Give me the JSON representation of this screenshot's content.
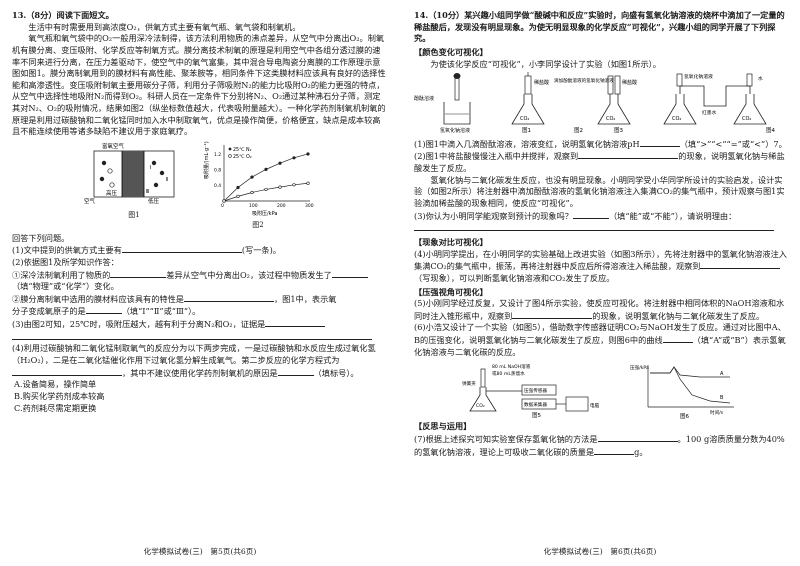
{
  "left": {
    "q13_header": "13.（8分）阅读下面短文。",
    "para1": "生活中有时需要用到高浓度O₂，供氧方式主要有氧气瓶、氧气袋和制氧机。",
    "para2": "氧气瓶和氧气袋中的O₂一般用深冷法制得，该方法利用物质的沸点差异，从空气中分离出O₂。制氧机有膜分离、变压吸附、化学反应等制氧方式。膜分离技术制氧的原理是利用空气中各组分透过膜的速率不同来进行分离，在压力差驱动下，使空气中的氧气富集，其中混合导电陶瓷分离膜的工作原理示意图如图1。膜分离制氧用到的膜材料有高性能、聚苯胺等，相同条件下这类膜材料应该具有良好的选择性能和高渗透性。变压吸附制氧主要用碳分子筛，利用分子筛吸附N₂的能力比吸附O₂的能力更强的特点，从空气中选择性地吸附N₂而得到O₂。科研人员在一定条件下分别将N₂、O₂通过某种沸石分子筛，测定其对N₂、O₂的吸附情况，结果如图2（纵坐标数值越大，代表吸附量越大）。一种化学药剂制氧机制氧的原理是利用过碳酸钠和二氧化锰同时加入水中制取氧气，优点是操作简便，价格便宜，缺点是成本较高且不能连续使用等诸多缺陷不建议用于家庭氧疗。",
    "fig1": {
      "label_top": "富氧空气",
      "label_air": "空气",
      "label_high": "高压",
      "label_low": "低压",
      "caption": "图1"
    },
    "fig2": {
      "ylabel": "吸附量/(mL·g⁻¹)",
      "xlabel": "吸附压/kPa",
      "legend_n2": "25℃ N₂",
      "legend_o2": "25℃ O₂",
      "caption": "图2"
    },
    "answer_intro": "回答下列问题。",
    "q1": "(1)文中提到的供氧方式主要有",
    "q1_tail": "(写一条)。",
    "q2": "(2)依据图1及所学知识作答：",
    "q2a": "①深冷法制氧利用了物质的",
    "q2a_tail": "差异从空气中分离出O₂，该过程中物质发生了",
    "q2a_tail2": "（填“物理”或“化学”）变化。",
    "q2b": "②膜分离制氧中选用的膜材料应该具有的特性是",
    "q2b_tail": "，图1中，表示氧",
    "q2b_line2": "分子变成氧原子的是",
    "q2b_tail2": "（填“Ⅰ”“Ⅱ”或“Ⅲ”）。",
    "q3": "(3)由图2可知，25℃时，吸附压越大，越有利于分离N₂和O₂，证据是",
    "q4": "(4)利用过碳酸钠和二氧化锰制取氧气的反应分为以下两步完成，一是过碳酸钠和水反应生成过氧化氢（H₂O₂），二是在二氧化锰催化作用下过氧化氢分解生成氧气。第二步反应的化学方程式为",
    "q4_tail": "，其中不建议使用化学药剂制氧机的原因是",
    "q4_tail2": "（填标号）。",
    "optA": "A.设备简易，操作简单",
    "optB": "B.购买化学药剂成本较高",
    "optC": "C.药剂耗尽需定期更换",
    "footer": "化学模拟试卷(三)　第5页(共6页)"
  },
  "right": {
    "q14_header": "14.（10分）某兴趣小组同学做“酸碱中和反应”实验时，向盛有氢氧化钠溶液的烧杯中滴加了一定量的稀盐酸后，发现没有明显现象。为使无明显现象的化学反应“可视化”，兴趣小组的同学开展了下列探究。",
    "sec1": "【颜色变化可视化】",
    "sec1_intro": "为使该化学反应“可视化”，小李同学设计了实验（如图1所示）。",
    "figs": {
      "f1_label": "酚酞溶液",
      "f1_label2": "氢氧化钠溶液",
      "f2_label": "稀盐酸",
      "f3_label": "滴加酚酞溶液的氢氧化钠溶液",
      "f3_label2": "稀盐酸",
      "f4_label": "氢氧化钠溶液",
      "f4_label2": "红墨水",
      "f4_label3": "水",
      "co2": "CO₂",
      "c1": "图1",
      "c2": "图2",
      "c3": "图3",
      "c4": "图4"
    },
    "r1": "(1)图1中滴入几滴酚酞溶液，溶液变红，说明氢氧化钠溶液pH",
    "r1_tail": "（填“>”“<”“=”或“<”）7。",
    "r2": "(2)图1中将盐酸慢慢注入瓶中并搅拌，观察到",
    "r2_tail": "的现象，说明氢氧化钠与稀盐酸发生了反应。",
    "para_co2": "氢氧化钠与二氧化碳发生反应，也没有明显现象。小明同学受小华同学所设计的实验启发，设计实验（如图2所示）将注射器中滴加酚酞溶液的氢氧化钠溶液注入集满CO₂的集气瓶中，预计观察与图1实验滴加稀盐酸的现象相同，使反应“可视化”。",
    "r3": "(3)你认为小明同学能观察到预计的现象吗？",
    "r3_tail": "（填“能”或“不能”），请说明理由：",
    "sec2": "【现象对比可视化】",
    "r4": "(4)小明同学提出，在小明同学的实验基础上改进实验（如图3所示），先将注射器中的氢氧化钠溶液注入集满CO₂的集气瓶中，振荡，再将注射器中反应后所得溶液注入稀盐酸，观察到",
    "r4_tail": "（写现象），可以判断氢氧化钠溶液和CO₂发生了反应。",
    "sec3": "【压强视角可视化】",
    "r5": "(5)小刚同学经过反复，又设计了图4所示实验，使反应可视化。将注射器中相同体积的NaOH溶液和水同时注入锥形瓶中，观察到",
    "r5_tail": "的现象，说明氢氧化钠与二氧化碳发生了反应。",
    "r6": "(6)小浩又设计了一个实验（如图5），借助数字传感器证明CO₂与NaOH发生了反应。通过对比图中A、B的压强变化，说明氢氧化钠与二氧化碳发生了反应，则图6中的曲线",
    "r6_tail": "（填“A”或“B”）表示氢氧化钠溶液与二氧化碳的反应。",
    "fig5": {
      "l1": "80 mL NaOH溶液",
      "l2": "或80 mL蒸馏水",
      "l3": "压强传感器",
      "l4": "弹簧夹",
      "l5": "数据采集器",
      "l6": "电脑",
      "co2": "CO₂",
      "cap": "图5"
    },
    "fig6": {
      "ylabel": "压强/kPa",
      "xlabel": "时间/s",
      "curve_a": "A",
      "curve_b": "B",
      "cap": "图6"
    },
    "sec4": "【反思与运用】",
    "r7": "(7)根据上述探究可知实验室保存氢氧化钠的方法是",
    "r7_tail": "。100 g溶质质量分数为40%的氢氧化钠溶液，理论上可吸收二氧化碳的质量是",
    "r7_tail2": "g。",
    "footer": "化学模拟试卷(三)　第6页(共6页)"
  },
  "chart_data": {
    "type": "line",
    "xlabel": "吸附压/kPa",
    "ylabel": "吸附量/(mL·g⁻¹)",
    "x": [
      0,
      50,
      100,
      150,
      200,
      250,
      300
    ],
    "series": [
      {
        "name": "25℃ N₂",
        "values": [
          0,
          0.35,
          0.62,
          0.82,
          0.98,
          1.12,
          1.22
        ]
      },
      {
        "name": "25℃ O₂",
        "values": [
          0,
          0.12,
          0.22,
          0.3,
          0.36,
          0.42,
          0.46
        ]
      }
    ],
    "xlim": [
      0,
      300
    ],
    "ylim": [
      0,
      1.4
    ],
    "grid": false
  }
}
